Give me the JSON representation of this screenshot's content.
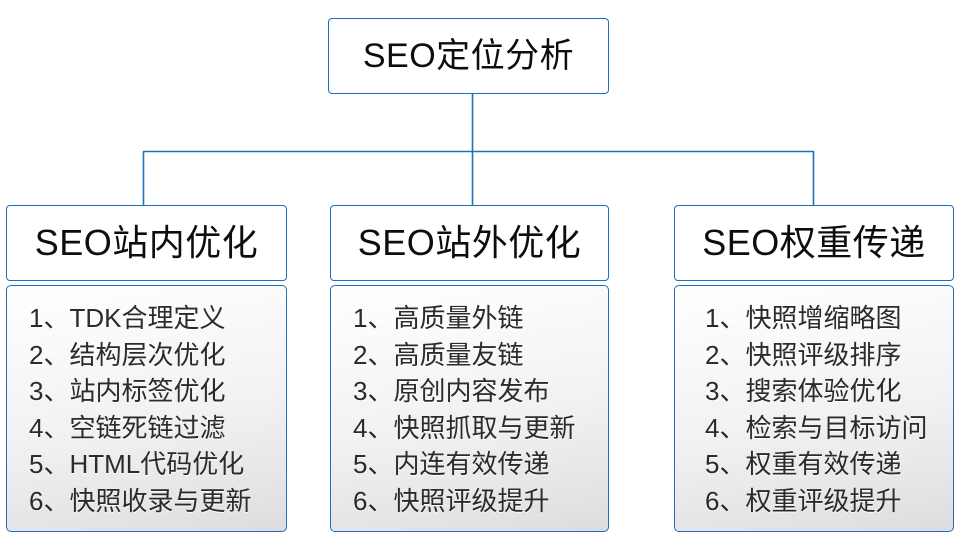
{
  "diagram": {
    "type": "org-tree",
    "root": {
      "label": "SEO定位分析"
    },
    "branches": [
      {
        "header": "SEO站内优化",
        "items": [
          "1、TDK合理定义",
          "2、结构层次优化",
          "3、站内标签优化",
          "4、空链死链过滤",
          "5、HTML代码优化",
          "6、快照收录与更新"
        ]
      },
      {
        "header": "SEO站外优化",
        "items": [
          "1、高质量外链",
          "2、高质量友链",
          "3、原创内容发布",
          "4、快照抓取与更新",
          "5、内连有效传递",
          "6、快照评级提升"
        ]
      },
      {
        "header": "SEO权重传递",
        "items": [
          "1、快照增缩略图",
          "2、快照评级排序",
          "3、搜索体验优化",
          "4、检索与目标访问",
          "5、权重有效传递",
          "6、权重评级提升"
        ]
      }
    ],
    "colors": {
      "line": "#1f6fc0",
      "border": "#1f6fc0",
      "text": "#0d0d0d",
      "item_text": "#2b2b2b",
      "box_fill": "#ffffff",
      "list_fill_top": "#ffffff",
      "list_fill_bottom": "#dcdcdc",
      "page_background": "#ffffff"
    }
  }
}
